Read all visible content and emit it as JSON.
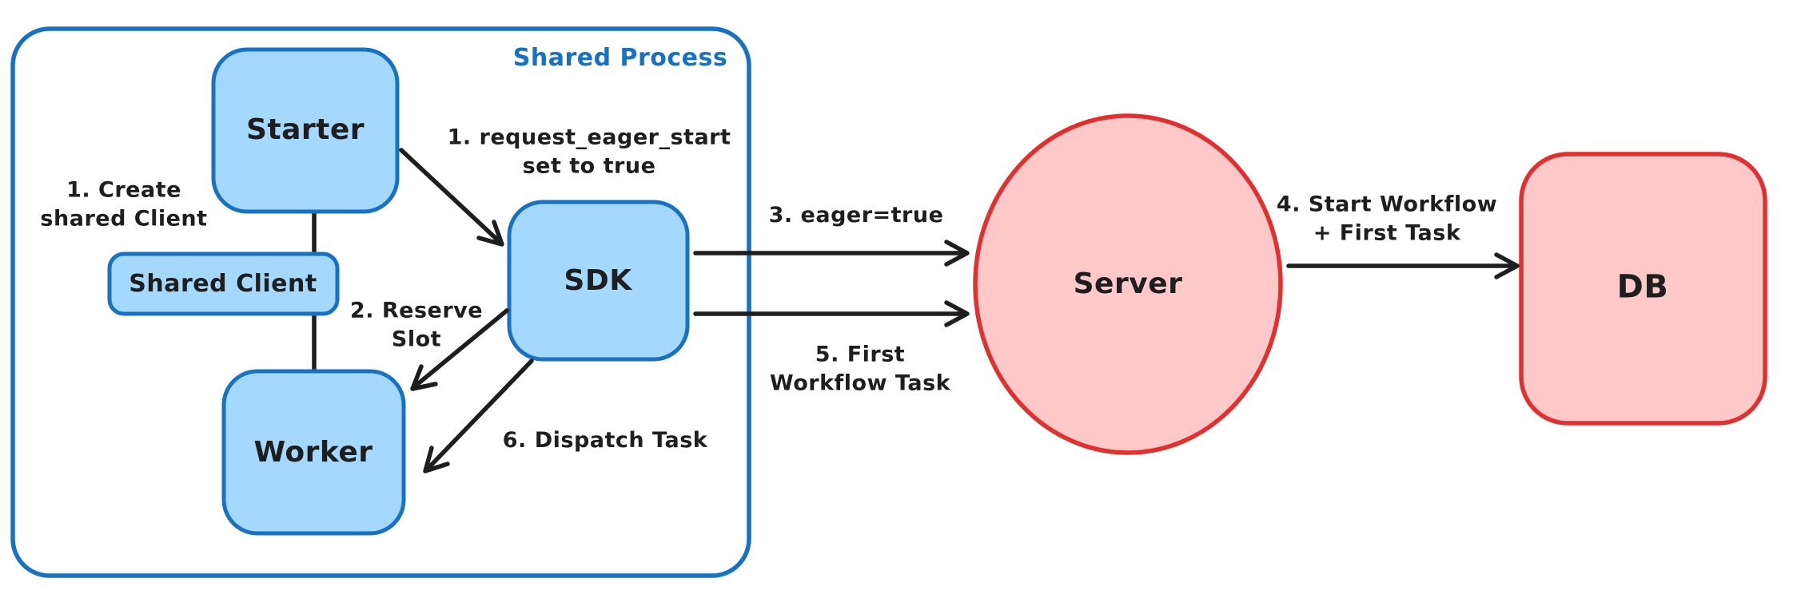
{
  "diagram": {
    "container": {
      "title": "Shared Process"
    },
    "nodes": {
      "starter": {
        "label": "Starter"
      },
      "shared_client": {
        "label": "Shared Client"
      },
      "worker": {
        "label": "Worker"
      },
      "sdk": {
        "label": "SDK"
      },
      "server": {
        "label": "Server"
      },
      "db": {
        "label": "DB"
      }
    },
    "annotations": {
      "create_shared_client": {
        "lines": [
          "1. Create",
          "shared Client"
        ]
      },
      "request_eager_start": {
        "lines": [
          "1. request_eager_start",
          "set to true"
        ]
      },
      "reserve_slot": {
        "lines": [
          "2. Reserve",
          "Slot"
        ]
      },
      "eager_true": {
        "lines": [
          "3. eager=true"
        ]
      },
      "start_workflow": {
        "lines": [
          "4. Start Workflow",
          "+ First Task"
        ]
      },
      "first_workflow_task": {
        "lines": [
          "5. First",
          "Workflow Task"
        ]
      },
      "dispatch_task": {
        "lines": [
          "6. Dispatch Task"
        ]
      }
    },
    "colors": {
      "blue_stroke": "#1971c2",
      "blue_fill": "#a5d8ff",
      "red_stroke": "#e03131",
      "red_fill": "#ffc9c9",
      "ink": "#1e1e1e",
      "background": "#ffffff"
    }
  }
}
